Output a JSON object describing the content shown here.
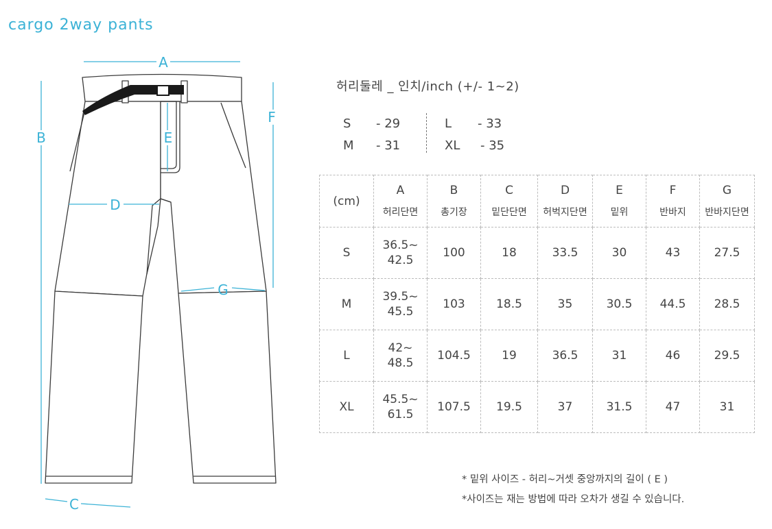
{
  "title": "cargo 2way pants",
  "diagram": {
    "labels": {
      "A": "A",
      "B": "B",
      "C": "C",
      "D": "D",
      "E": "E",
      "F": "F",
      "G": "G"
    },
    "line_color": "#3bb2d6"
  },
  "waist": {
    "heading": "허리둘레 _ 인치/inch  (+/- 1~2)",
    "left": [
      {
        "size": "S",
        "value": "- 29"
      },
      {
        "size": "M",
        "value": "- 31"
      }
    ],
    "right": [
      {
        "size": "L",
        "value": "- 33"
      },
      {
        "size": "XL",
        "value": "- 35"
      }
    ]
  },
  "size_table": {
    "unit_label": "(cm)",
    "columns": [
      {
        "code": "A",
        "name": "허리단면"
      },
      {
        "code": "B",
        "name": "총기장"
      },
      {
        "code": "C",
        "name": "밑단단면"
      },
      {
        "code": "D",
        "name": "허벅지단면"
      },
      {
        "code": "E",
        "name": "밑위"
      },
      {
        "code": "F",
        "name": "반바지"
      },
      {
        "code": "G",
        "name": "반바지단면"
      }
    ],
    "rows": [
      {
        "size": "S",
        "a_line1": "36.5~",
        "a_line2": "42.5",
        "values": [
          "100",
          "18",
          "33.5",
          "30",
          "43",
          "27.5"
        ]
      },
      {
        "size": "M",
        "a_line1": "39.5~",
        "a_line2": "45.5",
        "values": [
          "103",
          "18.5",
          "35",
          "30.5",
          "44.5",
          "28.5"
        ]
      },
      {
        "size": "L",
        "a_line1": "42~",
        "a_line2": "48.5",
        "values": [
          "104.5",
          "19",
          "36.5",
          "31",
          "46",
          "29.5"
        ]
      },
      {
        "size": "XL",
        "a_line1": "45.5~",
        "a_line2": "61.5",
        "values": [
          "107.5",
          "19.5",
          "37",
          "31.5",
          "47",
          "31"
        ]
      }
    ]
  },
  "notes": [
    "* 밑위 사이즈 - 허리~거셋 중앙까지의 길이 ( E )",
    "*사이즈는 재는 방법에 따라 오차가 생길 수 있습니다."
  ]
}
